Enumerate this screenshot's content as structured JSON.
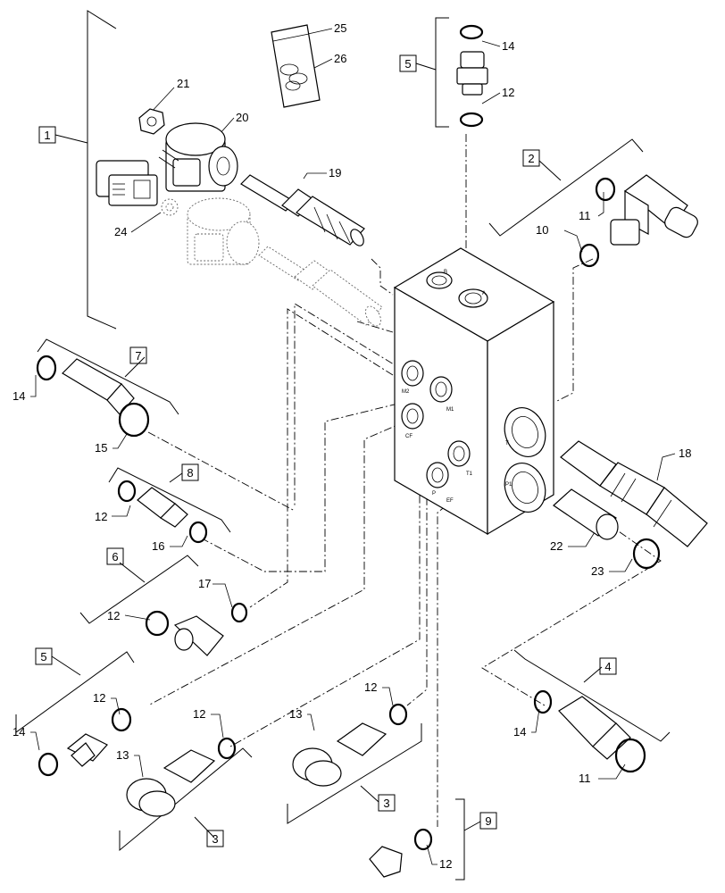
{
  "diagram": {
    "group_labels": [
      "1",
      "2",
      "3",
      "3",
      "4",
      "5",
      "5",
      "6",
      "7",
      "8",
      "9"
    ],
    "callouts": [
      "10",
      "11",
      "11",
      "12",
      "12",
      "12",
      "12",
      "12",
      "12",
      "12",
      "12",
      "13",
      "13",
      "14",
      "14",
      "14",
      "14",
      "15",
      "16",
      "17",
      "18",
      "19",
      "20",
      "21",
      "22",
      "23",
      "24",
      "25",
      "26"
    ],
    "port_marks": [
      "B",
      "A",
      "M2",
      "M1",
      "CF",
      "T1",
      "P",
      "EF",
      "P1",
      "T"
    ]
  },
  "colors": {
    "ink": "#000000",
    "paper": "#ffffff",
    "ghost": "#666666"
  }
}
